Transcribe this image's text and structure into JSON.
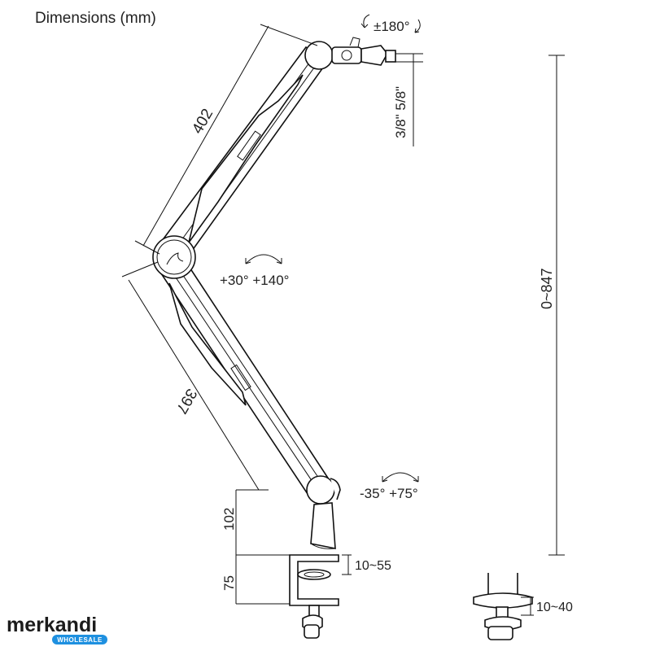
{
  "title": "Dimensions (mm)",
  "labels": {
    "rotation_top": "±180°",
    "thread": "3/8\" 5/8\"",
    "upper_arm": "402",
    "lower_arm": "397",
    "elbow_angle": "+30° +140°",
    "base_angle": "-35° +75°",
    "height_range": "0~847",
    "pole_height": "102",
    "clamp_height": "75",
    "clamp_range": "10~55",
    "grommet_range": "10~40"
  },
  "brand": {
    "name": "merkandi",
    "tagline": "WHOLESALE",
    "accent": "#1e90e0"
  }
}
